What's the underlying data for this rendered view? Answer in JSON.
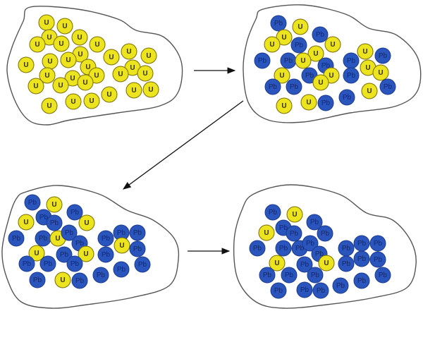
{
  "diagram": {
    "title": "Radioactive decay of uranium to lead",
    "colors": {
      "uranium": "#ece41e",
      "lead": "#2a55bd"
    },
    "panels": [
      {
        "name": "stage-1",
        "atoms": [
          "U",
          "U",
          "U",
          "U",
          "U",
          "U",
          "U",
          "U",
          "U",
          "U",
          "U",
          "U",
          "U",
          "U",
          "U",
          "U",
          "U",
          "U",
          "U",
          "U",
          "U",
          "U",
          "U",
          "U",
          "U",
          "U",
          "U",
          "U",
          "U",
          "U"
        ]
      },
      {
        "name": "stage-2",
        "atoms": [
          "Pb",
          "U",
          "Pb",
          "U",
          "U",
          "Pb",
          "U",
          "U",
          "Pb",
          "Pb",
          "U",
          "Pb",
          "Pb",
          "U",
          "Pb",
          "U",
          "U",
          "U",
          "Pb",
          "U",
          "Pb",
          "U",
          "Pb",
          "Pb",
          "U",
          "Pb",
          "Pb",
          "U",
          "U",
          "Pb"
        ]
      },
      {
        "name": "stage-3",
        "atoms": [
          "Pb",
          "U",
          "Pb",
          "Pb",
          "Pb",
          "U",
          "U",
          "Pb",
          "Pb",
          "U",
          "Pb",
          "Pb",
          "Pb",
          "Pb",
          "Pb",
          "U",
          "Pb",
          "U",
          "Pb",
          "U",
          "Pb",
          "Pb",
          "Pb",
          "Pb",
          "Pb",
          "Pb",
          "Pb",
          "Pb",
          "U",
          "Pb"
        ]
      },
      {
        "name": "stage-4",
        "atoms": [
          "Pb",
          "U",
          "Pb",
          "U",
          "Pb",
          "Pb",
          "Pb",
          "Pb",
          "Pb",
          "Pb",
          "Pb",
          "Pb",
          "Pb",
          "Pb",
          "Pb",
          "Pb",
          "Pb",
          "Pb",
          "U",
          "U",
          "Pb",
          "Pb",
          "Pb",
          "Pb",
          "Pb",
          "Pb",
          "Pb",
          "Pb",
          "Pb",
          "Pb"
        ]
      }
    ]
  }
}
